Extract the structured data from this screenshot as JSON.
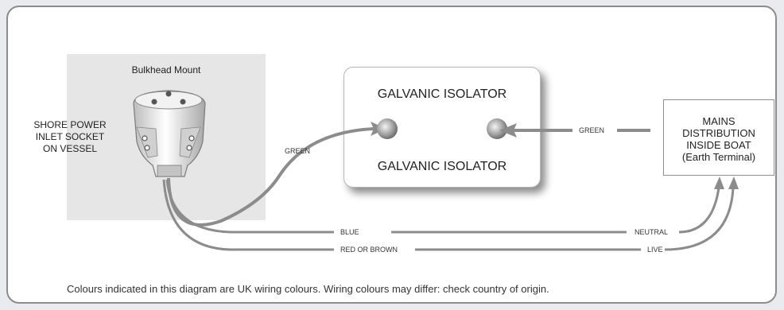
{
  "mount": {
    "title": "Bulkhead Mount"
  },
  "shore_power": {
    "lines": [
      "SHORE POWER",
      "INLET SOCKET",
      "ON VESSEL"
    ]
  },
  "isolator": {
    "top_label": "GALVANIC ISOLATOR",
    "bottom_label": "GALVANIC ISOLATOR"
  },
  "mains": {
    "lines": [
      "MAINS",
      "DISTRIBUTION",
      "INSIDE BOAT",
      "(Earth Terminal)"
    ]
  },
  "wires": {
    "green_left": "GREEN",
    "green_right": "GREEN",
    "blue": "BLUE",
    "red": "RED OR BROWN",
    "neutral": "NEUTRAL",
    "live": "LIVE"
  },
  "footnote": "Colours indicated in this diagram are UK wiring colours.  Wiring colours may differ: check country of origin.",
  "colors": {
    "wire": "#8c8c8c",
    "panel_border": "#8c8c8c",
    "background": "#e9ebee"
  }
}
